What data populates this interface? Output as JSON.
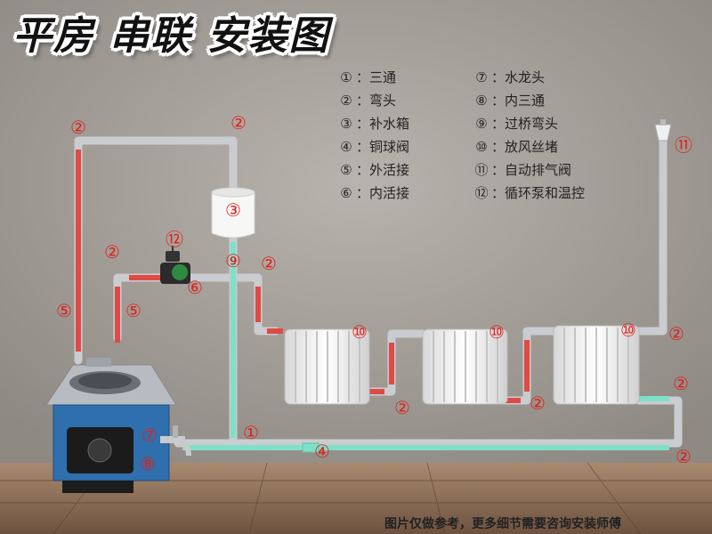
{
  "title": "平房 串联 安装图",
  "legend_left": [
    {
      "mark": "①",
      "text": "：三通"
    },
    {
      "mark": "②",
      "text": "：弯头"
    },
    {
      "mark": "③",
      "text": "：补水箱"
    },
    {
      "mark": "④",
      "text": "：铜球阀"
    },
    {
      "mark": "⑤",
      "text": "：外活接"
    },
    {
      "mark": "⑥",
      "text": "：内活接"
    }
  ],
  "legend_right": [
    {
      "mark": "⑦",
      "text": "：水龙头"
    },
    {
      "mark": "⑧",
      "text": "：内三通"
    },
    {
      "mark": "⑨",
      "text": "：过桥弯头"
    },
    {
      "mark": "⑩",
      "text": "：放风丝堵"
    },
    {
      "mark": "⑪",
      "text": "：自动排气阀"
    },
    {
      "mark": "⑫",
      "text": "：循环泵和温控"
    }
  ],
  "markers": {
    "elbow": "②",
    "tee": "①",
    "tank": "③",
    "valve": "④",
    "outer_union": "⑤",
    "inner_union": "⑥",
    "faucet": "⑦",
    "inner_tee": "⑧",
    "bridge_elbow": "⑨",
    "bleed_plug": "⑩",
    "air_vent": "⑪",
    "pump": "⑫"
  },
  "footer": "图片仅做参考，更多细节需要咨询安装师傅",
  "colors": {
    "wall": "#a9a29c",
    "floor": "#8d6e56",
    "hot_pipe": "#e04a44",
    "cold_pipe": "#7fe0c8",
    "pipe_steel": "#c9ccd0",
    "marker": "#e0201a",
    "stove": "#2f6fae"
  }
}
